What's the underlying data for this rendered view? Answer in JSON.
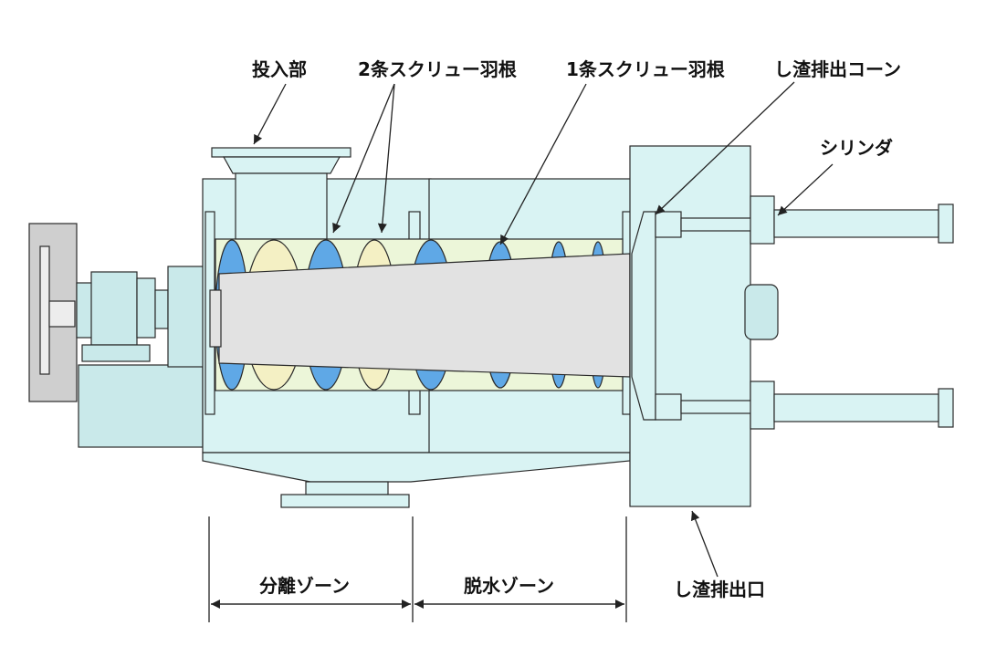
{
  "labels": {
    "inlet": "投入部",
    "double_screw": "2条スクリュー羽根",
    "single_screw": "1条スクリュー羽根",
    "discharge_cone": "し渣排出コーン",
    "cylinder": "シリンダ",
    "discharge_outlet": "し渣排出口",
    "separation_zone": "分離ゾーン",
    "dewatering_zone": "脱水ゾーン"
  },
  "colors": {
    "housing": "#d9f3f3",
    "motor": "#c9e9ea",
    "gear_plate": "#cfcfcf",
    "screw_shaft": "#e2e2e2",
    "flight_blue": "#5fa8e6",
    "flight_cream": "#f4f0c4",
    "screen": "#ecf6d9",
    "outline": "#2a2a2a"
  },
  "icons": [
    "drive-handwheel-icon",
    "motor-icon"
  ]
}
